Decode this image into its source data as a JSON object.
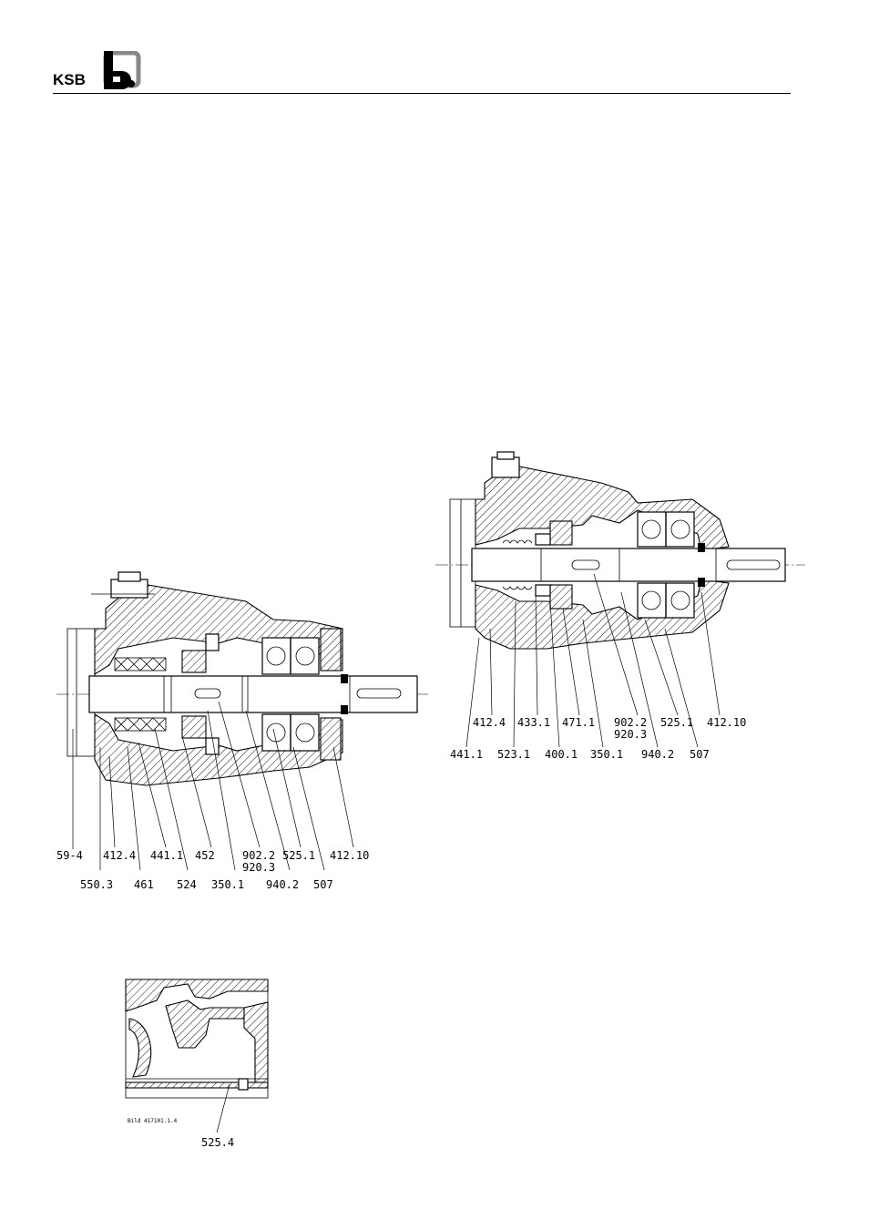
{
  "header": {
    "brand": "KSB"
  },
  "figure_left": {
    "labels_top_row": [
      "59-4",
      "412.4",
      "441.1",
      "452",
      "902.2",
      "920.3",
      "525.1",
      "412.10"
    ],
    "labels_bottom_row": [
      "550.3",
      "461",
      "524",
      "350.1",
      "940.2",
      "507"
    ]
  },
  "figure_right": {
    "labels_top_row": [
      "412.4",
      "433.1",
      "471.1",
      "902.2",
      "920.3",
      "525.1",
      "412.10"
    ],
    "labels_bottom_row": [
      "441.1",
      "523.1",
      "400.1",
      "350.1",
      "940.2",
      "507"
    ]
  },
  "detail": {
    "caption": "Bild 417101.1.4",
    "label": "525.4"
  }
}
